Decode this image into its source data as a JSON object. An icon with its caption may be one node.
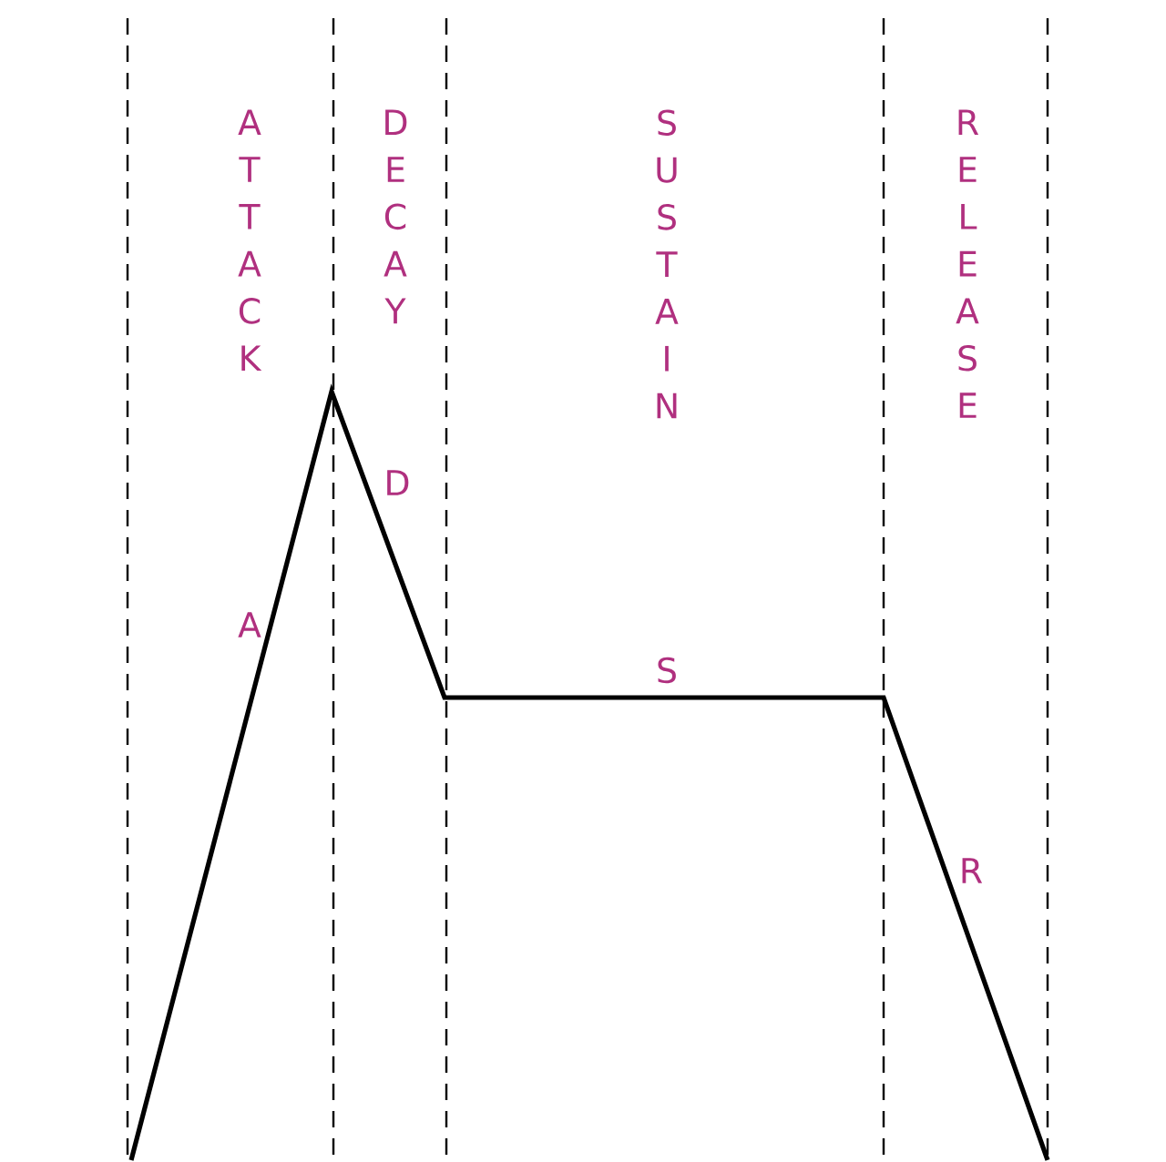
{
  "diagram": {
    "labels": [
      "ATTACK",
      "DECAY",
      "SUSTAIN",
      "RELEASE",
      "D",
      "A",
      "S",
      "R"
    ]
  }
}
